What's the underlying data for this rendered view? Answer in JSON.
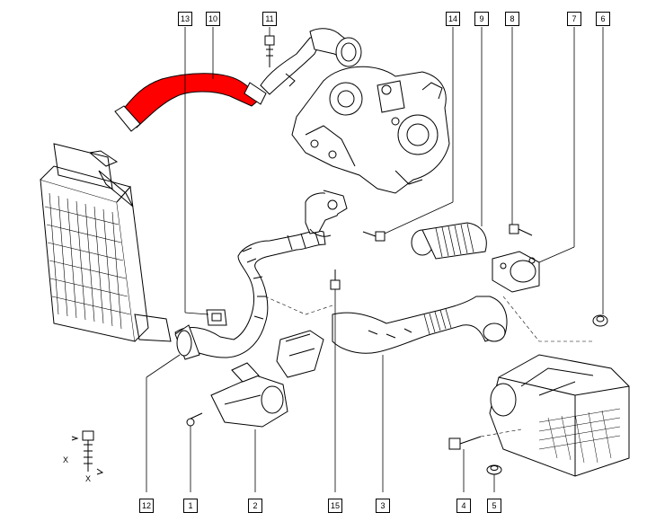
{
  "callouts": {
    "c13": "13",
    "c10": "10",
    "c11": "11",
    "c14": "14",
    "c9": "9",
    "c8": "8",
    "c7": "7",
    "c6": "6",
    "c12": "12",
    "c1": "1",
    "c2": "2",
    "c15": "15",
    "c3": "3",
    "c4": "4",
    "c5": "5"
  },
  "bolt_legend": {
    "x_top": "X",
    "x_bottom": "X"
  },
  "highlight_color": "#ff0000",
  "line_color": "#000000"
}
